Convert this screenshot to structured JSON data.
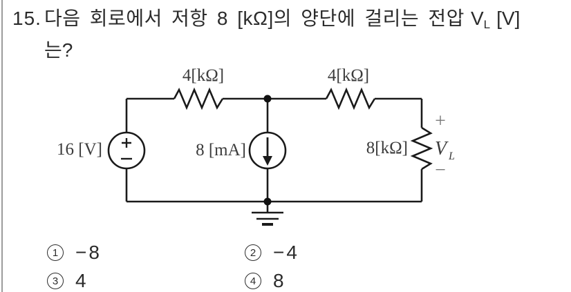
{
  "question": {
    "number": "15.",
    "line1_before_vl": "다음 회로에서 저항 8 [kΩ]의 양단에 걸리는 전압",
    "vl_base": "V",
    "vl_sub": "L",
    "line1_after_vl": "[V]",
    "line2": "는?"
  },
  "circuit": {
    "source_voltage": "16 [V]",
    "current_source": "8 [mA]",
    "resistor_top_left": "4[kΩ]",
    "resistor_top_right": "4[kΩ]",
    "resistor_load": "8[kΩ]",
    "load_voltage_base": "V",
    "load_voltage_sub": "L",
    "plus_sign": "+",
    "minus_sign": "−",
    "wire_color": "#1a1a1a"
  },
  "options": [
    {
      "num": "1",
      "value": "−8"
    },
    {
      "num": "2",
      "value": "−4"
    },
    {
      "num": "3",
      "value": "4"
    },
    {
      "num": "4",
      "value": "8"
    }
  ]
}
